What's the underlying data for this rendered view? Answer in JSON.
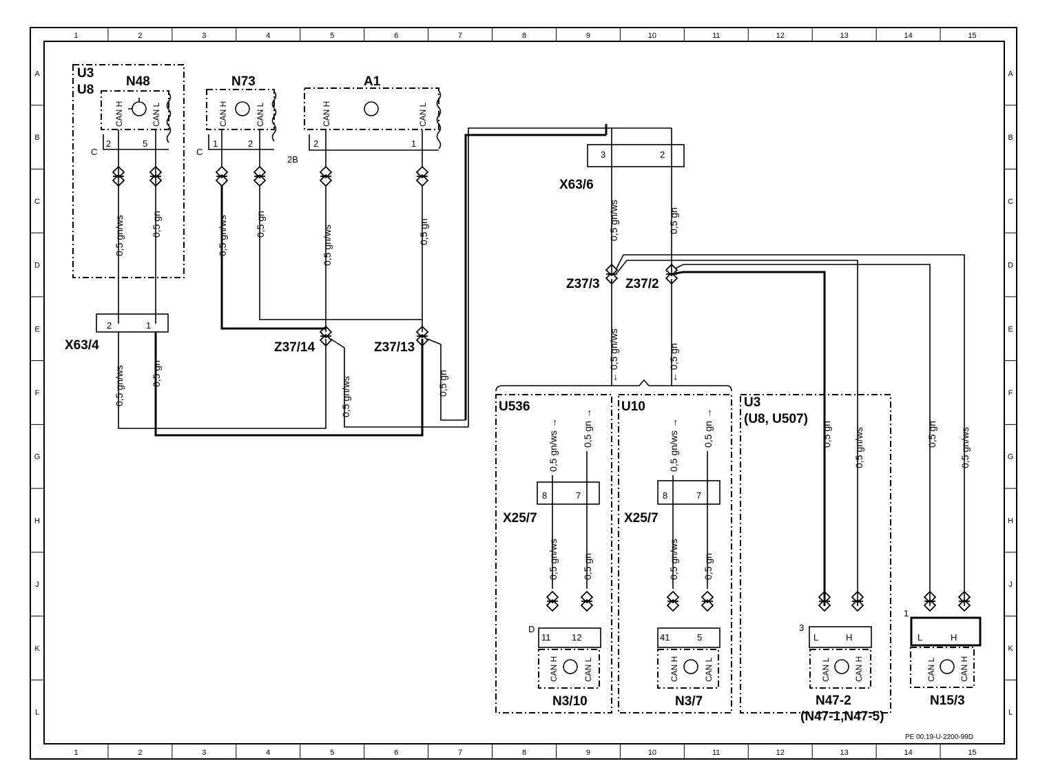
{
  "grid": {
    "columns": [
      "1",
      "2",
      "3",
      "4",
      "5",
      "6",
      "7",
      "8",
      "9",
      "10",
      "11",
      "12",
      "13",
      "14",
      "15"
    ],
    "rows": [
      "A",
      "B",
      "C",
      "D",
      "E",
      "F",
      "G",
      "H",
      "J",
      "K",
      "L"
    ]
  },
  "components": {
    "u3_u8": {
      "line1": "U3",
      "line2": "U8"
    },
    "n48": {
      "id": "N48",
      "pin_h": "CAN H",
      "pin_l": "CAN L",
      "pin_a": "2",
      "pin_b": "5",
      "conn": "C"
    },
    "n73": {
      "id": "N73",
      "pin_h": "CAN H",
      "pin_l": "CAN L",
      "pin_a": "1",
      "pin_b": "2",
      "conn": "C"
    },
    "a1": {
      "id": "A1",
      "pin_h": "CAN H",
      "pin_l": "CAN L",
      "pin_a": "2",
      "pin_b": "1",
      "conn": "2B"
    },
    "x63_6": {
      "id": "X63/6",
      "pin_a": "3",
      "pin_b": "2"
    },
    "x63_4": {
      "id": "X63/4",
      "pin_a": "2",
      "pin_b": "1"
    },
    "z37_14": {
      "id": "Z37/14"
    },
    "z37_13": {
      "id": "Z37/13"
    },
    "z37_3": {
      "id": "Z37/3"
    },
    "z37_2": {
      "id": "Z37/2"
    },
    "u536": {
      "id": "U536"
    },
    "u10": {
      "id": "U10"
    },
    "u3_group": {
      "line1": "U3",
      "line2": "(U8, U507)"
    },
    "x25_7_a": {
      "id": "X25/7",
      "pin_a": "8",
      "pin_b": "7"
    },
    "x25_7_b": {
      "id": "X25/7",
      "pin_a": "8",
      "pin_b": "7"
    },
    "n3_10": {
      "id": "N3/10",
      "pin_h": "CAN H",
      "pin_l": "CAN L",
      "pin_a": "11",
      "pin_b": "12",
      "conn": "D"
    },
    "n3_7": {
      "id": "N3/7",
      "pin_h": "CAN H",
      "pin_l": "CAN L",
      "pin_a": "41",
      "pin_b": "5"
    },
    "n47_2": {
      "id": "N47-2",
      "alt": "(N47-1,N47-5)",
      "pin_h": "CAN H",
      "pin_l": "CAN L",
      "pin_a": "L",
      "pin_b": "H",
      "conn": "3"
    },
    "n15_3": {
      "id": "N15/3",
      "pin_h": "CAN H",
      "pin_l": "CAN L",
      "pin_a": "L",
      "pin_b": "H",
      "conn": "1"
    }
  },
  "wire_labels": {
    "gnws": "0,5 gn/ws",
    "gn": "0,5 gn",
    "gnws_ref": "0,5 gn/ws →",
    "gn_ref": "0,5 gn →",
    "gnws_ref_in": "← 0,5 gn/ws",
    "gn_ref_in": "← 0,5 gn"
  },
  "footer": {
    "code": "PE 00.19-U-2200-99D"
  }
}
